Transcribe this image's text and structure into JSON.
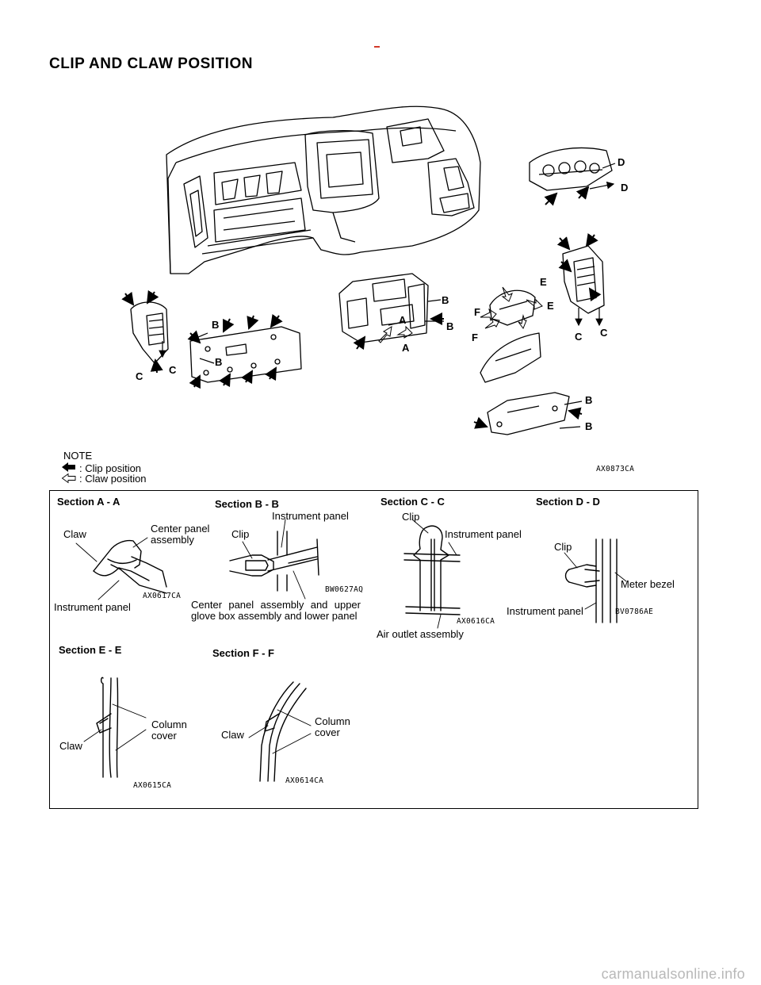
{
  "page": {
    "title": "CLIP AND CLAW POSITION",
    "footer": "carmanualsonline.info"
  },
  "overview": {
    "code": "AX0873CA",
    "letters": [
      "D",
      "D",
      "E",
      "E",
      "F",
      "F",
      "B",
      "B",
      "B",
      "A",
      "A",
      "C",
      "C",
      "C",
      "C",
      "B",
      "B",
      "B",
      "B"
    ]
  },
  "note": {
    "heading": "NOTE",
    "clip": ": Clip position",
    "claw": ": Claw position",
    "clip_icon": "filled-arrow-icon",
    "claw_icon": "outline-arrow-icon"
  },
  "sections": {
    "a": {
      "title": "Section  A  -  A",
      "claw": "Claw",
      "center_panel": "Center panel assembly",
      "instrument_panel": "Instrument panel",
      "code": "AX0617CA"
    },
    "b": {
      "title": "Section  B  -  B",
      "instrument_panel": "Instrument panel",
      "clip": "Clip",
      "code": "BW0627AQ",
      "caption": "Center panel assembly and upper glove box assembly and lower panel"
    },
    "c": {
      "title": "Section  C  -  C",
      "clip": "Clip",
      "instrument_panel": "Instrument panel",
      "code": "AX0616CA",
      "air_outlet": "Air outlet assembly"
    },
    "d": {
      "title": "Section  D  -  D",
      "clip": "Clip",
      "meter_bezel": "Meter bezel",
      "instrument_panel": "Instrument panel",
      "code": "BV0786AE"
    },
    "e": {
      "title": "Section  E  -  E",
      "claw": "Claw",
      "column_cover": "Column cover",
      "code": "AX0615CA"
    },
    "f": {
      "title": "Section  F  -  F",
      "claw": "Claw",
      "column_cover": "Column cover",
      "code": "AX0614CA"
    }
  }
}
